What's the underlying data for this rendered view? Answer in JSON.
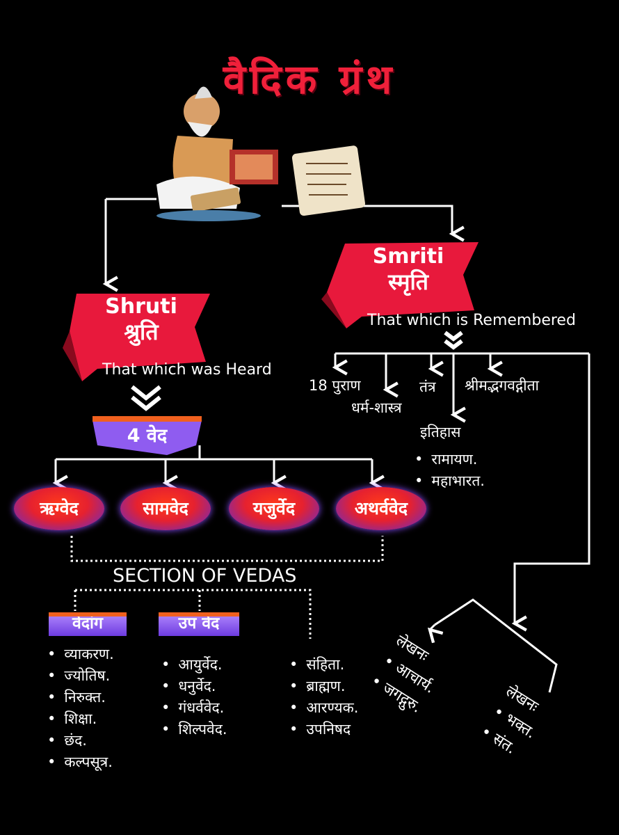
{
  "title": "वैदिक ग्रंथ",
  "shruti": {
    "name_en": "Shruti",
    "name_hi": "श्रुति",
    "meaning": "That which was Heard"
  },
  "smriti": {
    "name_en": "Smriti",
    "name_hi": "स्मृति",
    "meaning": "That which is Remembered"
  },
  "four_vedas": "4 वेद",
  "vedas": [
    "ऋग्वेद",
    "सामवेद",
    "यजुर्वेद",
    "अथर्ववेद"
  ],
  "section_title": "SECTION OF VEDAS",
  "vedang": {
    "label": "वेदांग",
    "items": [
      "व्याकरण.",
      "ज्योतिष.",
      "निरुक्त.",
      "शिक्षा.",
      "छंद.",
      "कल्पसूत्र."
    ]
  },
  "upveda": {
    "label": "उप वेद",
    "items": [
      "आयुर्वेद.",
      "धनुर्वेद.",
      "गंधर्ववेद.",
      "शिल्पवेद."
    ]
  },
  "texts": {
    "items": [
      "संहिता.",
      "ब्राह्मण.",
      "आरण्यक.",
      "उपनिषद"
    ]
  },
  "smriti_branches": {
    "puran": "18 पुराण",
    "dharma": "धर्म-शास्त्र",
    "tantra": "तंत्र",
    "gita": "श्रीमद्भगवद्गीता",
    "itihas": "इतिहास",
    "itihas_items": [
      "रामायण.",
      "महाभारत."
    ]
  },
  "writers_left": {
    "heading": "लेखनः",
    "items": [
      "आचार्य.",
      "जगद्गुरु."
    ]
  },
  "writers_right": {
    "heading": "लेखनः",
    "items": [
      "भक्त.",
      "संत."
    ]
  },
  "colors": {
    "banner_red": "#e8193c",
    "title_red": "#f0203a",
    "veda_purple": "#7b3ff2"
  },
  "illustration": "sage-writing-scroll"
}
